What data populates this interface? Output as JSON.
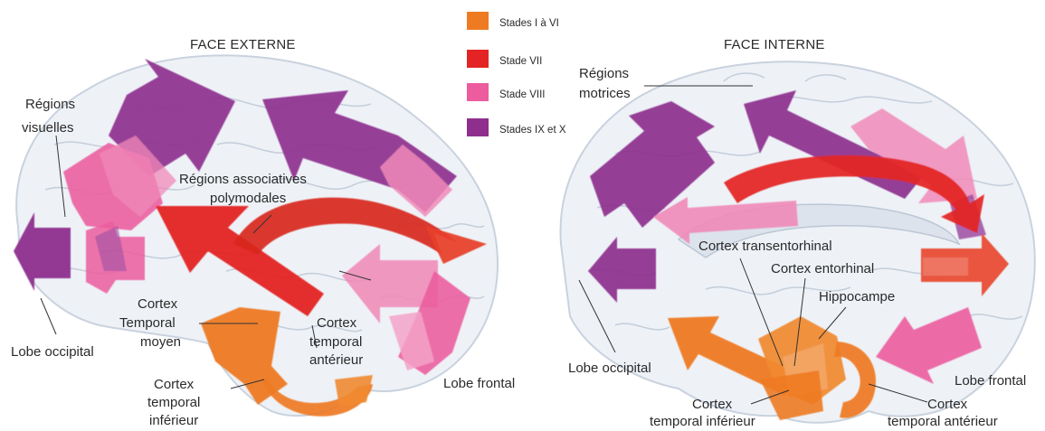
{
  "titles": {
    "external": "FACE EXTERNE",
    "internal": "FACE INTERNE"
  },
  "legend": [
    {
      "label": "Stades I à VI",
      "color": "#ee7a22"
    },
    {
      "label": "Stade VII",
      "color": "#e42424"
    },
    {
      "label": "Stade VIII",
      "color": "#ec5c9e"
    },
    {
      "label": "Stades IX et X",
      "color": "#8e2f8e"
    }
  ],
  "external_labels": {
    "regions_visuelles_1": "Régions",
    "regions_visuelles_2": "visuelles",
    "assoc_1": "Régions associatives",
    "assoc_2": "polymodales",
    "cortex_temporal_moyen_1": "Cortex",
    "cortex_temporal_moyen_2": "Temporal",
    "cortex_temporal_moyen_3": "moyen",
    "cortex_temporal_anterieur_1": "Cortex",
    "cortex_temporal_anterieur_2": "temporal",
    "cortex_temporal_anterieur_3": "antérieur",
    "lobe_occipital": "Lobe occipital",
    "cortex_temporal_inferieur_1": "Cortex",
    "cortex_temporal_inferieur_2": "temporal",
    "cortex_temporal_inferieur_3": "inférieur",
    "lobe_frontal": "Lobe frontal"
  },
  "internal_labels": {
    "regions_motrices_1": "Régions",
    "regions_motrices_2": "motrices",
    "cortex_transentorhinal": "Cortex  transentorhinal",
    "cortex_entorhinal": "Cortex entorhinal",
    "hippocampe": "Hippocampe",
    "lobe_occipital": "Lobe occipital",
    "lobe_frontal": "Lobe frontal",
    "cortex_temporal_inferieur_1": "Cortex",
    "cortex_temporal_inferieur_2": "temporal inférieur",
    "cortex_temporal_anterieur_1": "Cortex",
    "cortex_temporal_anterieur_2": "temporal antérieur"
  }
}
